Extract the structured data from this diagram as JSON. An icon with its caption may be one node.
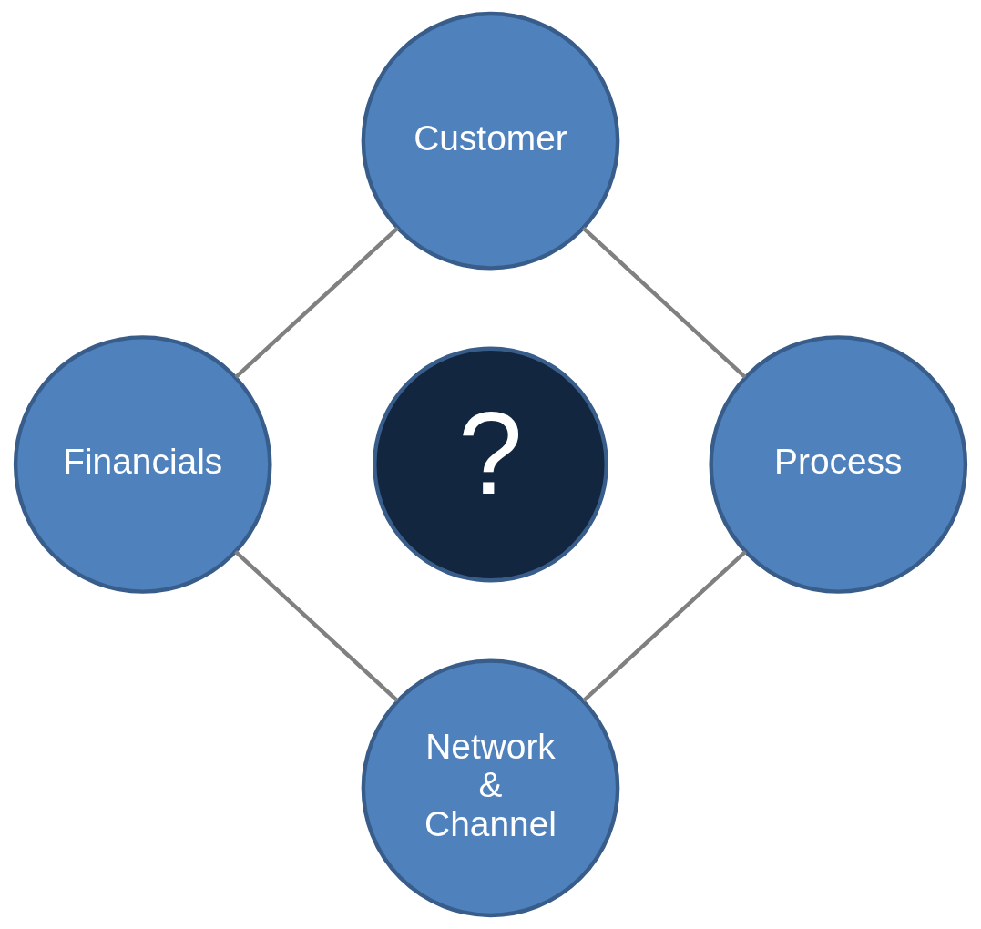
{
  "diagram": {
    "nodes": [
      {
        "text": [
          "Customer"
        ]
      },
      {
        "text": [
          "Financials"
        ]
      },
      {
        "text": [
          "?"
        ]
      },
      {
        "text": [
          "Process"
        ]
      },
      {
        "text": [
          "Network & Channel"
        ]
      }
    ],
    "edges": [
      {
        "from": 0,
        "to": 3,
        "arrow": "none"
      },
      {
        "from": 0,
        "to": 1,
        "arrow": "none"
      },
      {
        "from": 3,
        "to": 4,
        "arrow": "none"
      },
      {
        "from": 1,
        "to": 4,
        "arrow": "none"
      }
    ]
  }
}
